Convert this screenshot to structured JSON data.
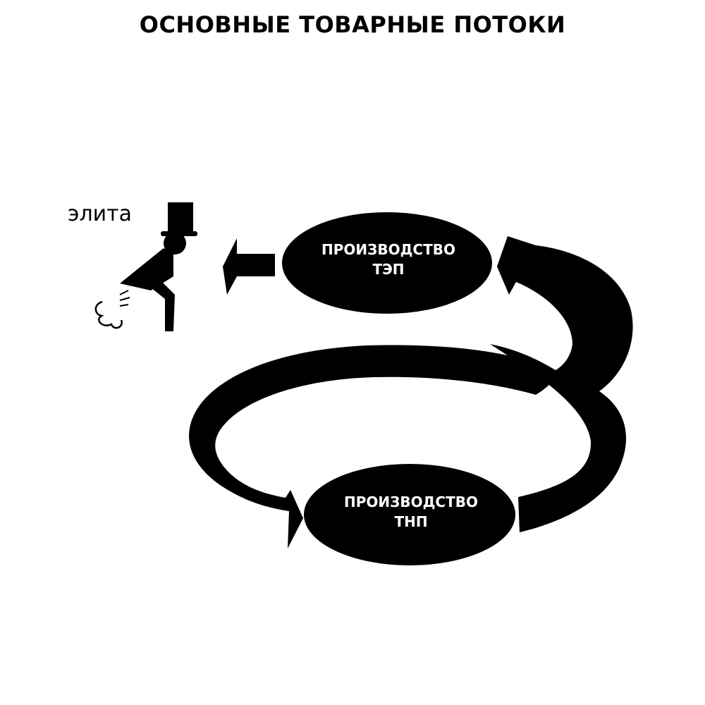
{
  "title": "ОСНОВНЫЕ ТОВАРНЫЕ ПОТОКИ",
  "elite": {
    "label": "элита",
    "icon": "top-hat-man-icon"
  },
  "nodes": {
    "tep": {
      "line1": "ПРОИЗВОДСТВО",
      "line2": "ТЭП"
    },
    "tnp": {
      "line1": "ПРОИЗВОДСТВО",
      "line2": "ТНП"
    }
  },
  "colors": {
    "ink": "#000000",
    "background": "#ffffff",
    "node_text": "#ffffff"
  }
}
